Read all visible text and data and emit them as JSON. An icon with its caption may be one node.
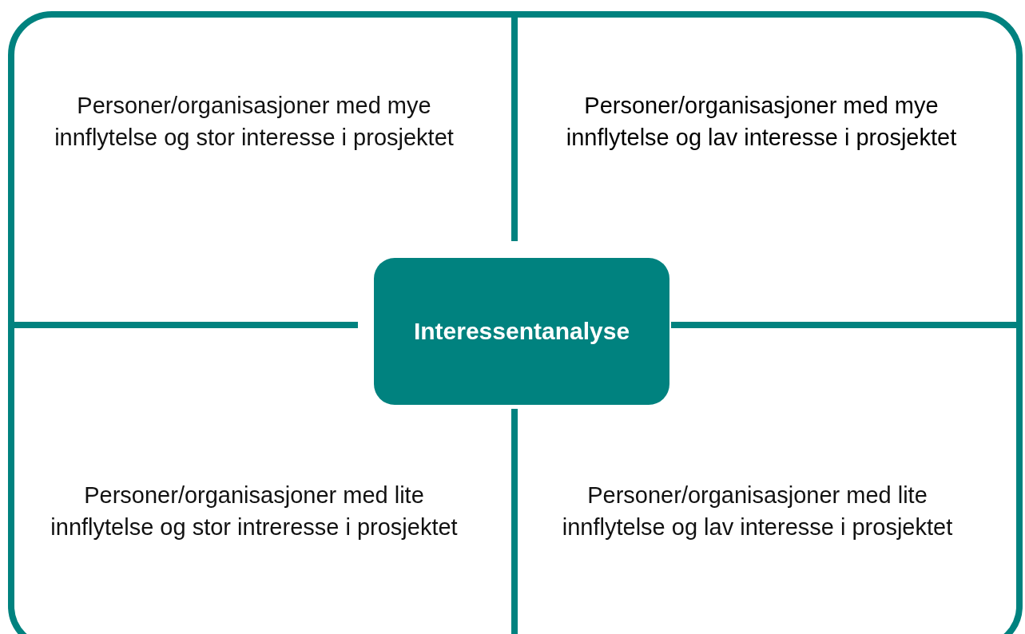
{
  "diagram": {
    "nodes": [
      {
        "text": [],
        "shape": "box"
      },
      {
        "text": [
          "Personer/organisasjoner med mye innflytelse og stor interesse i prosjektet"
        ],
        "in": 0
      },
      {
        "text": [
          "Personer/organisasjoner med mye innflytelse og lav interesse i prosjektet"
        ],
        "in": 0
      },
      {
        "text": [
          "Interessentanalyse"
        ],
        "in": 0
      },
      {
        "text": [
          "Personer/organisasjoner med lite innflytelse og stor intreresse i prosjektet"
        ],
        "in": 0
      },
      {
        "text": [
          "Personer/organisasjoner med lite innflytelse og lav interesse i prosjektet"
        ],
        "in": 0
      }
    ]
  }
}
